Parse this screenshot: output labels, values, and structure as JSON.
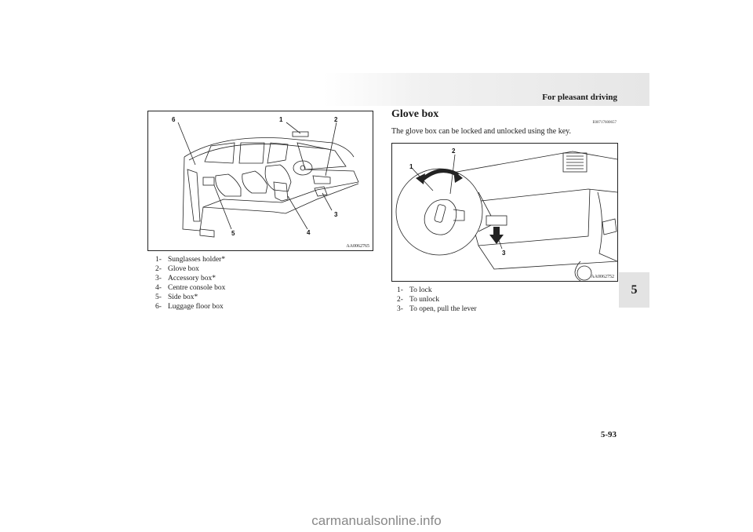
{
  "header": {
    "title": "For pleasant driving"
  },
  "side_tab": {
    "label": "5"
  },
  "page_number": "5-93",
  "left_figure": {
    "code": "AA0062765",
    "callouts": [
      "6",
      "1",
      "2",
      "3",
      "4",
      "5"
    ],
    "items": [
      {
        "num": "1-",
        "text": "Sunglasses holder*"
      },
      {
        "num": "2-",
        "text": "Glove box"
      },
      {
        "num": "3-",
        "text": "Accessory box*"
      },
      {
        "num": "4-",
        "text": "Centre console box"
      },
      {
        "num": "5-",
        "text": "Side box*"
      },
      {
        "num": "6-",
        "text": "Luggage floor box"
      }
    ]
  },
  "section": {
    "title": "Glove box",
    "code": "E00717600657",
    "intro": "The glove box can be locked and unlocked using the key."
  },
  "right_figure": {
    "code": "AA0062752",
    "callouts": [
      "1",
      "2",
      "3"
    ],
    "items": [
      {
        "num": "1-",
        "text": "To lock"
      },
      {
        "num": "2-",
        "text": "To unlock"
      },
      {
        "num": "3-",
        "text": "To open, pull the lever"
      }
    ]
  },
  "watermark": "carmanualsonline.info"
}
